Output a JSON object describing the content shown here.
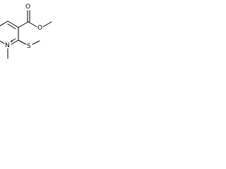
{
  "structure": {
    "atoms": {
      "ring_nitrogen": "N",
      "charge": "+",
      "thio_sulfur": "S",
      "carbonyl_oxygen": "O",
      "ester_oxygen": "O"
    },
    "colors": {
      "ink": "#000000",
      "background": "#ffffff"
    }
  }
}
